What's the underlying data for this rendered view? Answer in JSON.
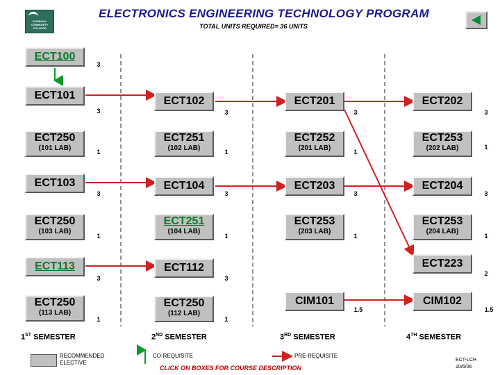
{
  "header": {
    "title": "ELECTRONICS ENGINEERING TECHNOLOGY PROGRAM",
    "subtitle": "TOTAL UNITS REQUIRED= 36 UNITS",
    "logo_text": "DUNDALK COMMUNITY COLLEGE",
    "back_icon": "back-arrow-icon"
  },
  "courses": {
    "ect100": {
      "code": "ECT100",
      "units": "3"
    },
    "s1": [
      {
        "code": "ECT101",
        "units": "3"
      },
      {
        "code": "ECT250",
        "lab": "(101 LAB)",
        "units": "1"
      },
      {
        "code": "ECT103",
        "units": "3"
      },
      {
        "code": "ECT250",
        "lab": "(103 LAB)",
        "units": "1"
      },
      {
        "code": "ECT113",
        "units": "3"
      },
      {
        "code": "ECT250",
        "lab": "(113 LAB)",
        "units": "1"
      }
    ],
    "s2": [
      {
        "code": "ECT102",
        "units": "3"
      },
      {
        "code": "ECT251",
        "lab": "(102 LAB)",
        "units": "1"
      },
      {
        "code": "ECT104",
        "units": "3"
      },
      {
        "code": "ECT251",
        "lab": "(104 LAB)",
        "units": "1"
      },
      {
        "code": "ECT112",
        "units": "3"
      },
      {
        "code": "ECT250",
        "lab": "(112 LAB)",
        "units": "1"
      }
    ],
    "s3": [
      {
        "code": "ECT201",
        "units": "3"
      },
      {
        "code": "ECT252",
        "lab": "(201 LAB)",
        "units": "1"
      },
      {
        "code": "ECT203",
        "units": "3"
      },
      {
        "code": "ECT253",
        "lab": "(203 LAB)",
        "units": "1"
      },
      {
        "code": "CIM101",
        "units": "1.5"
      }
    ],
    "s4": [
      {
        "code": "ECT202",
        "units": "3"
      },
      {
        "code": "ECT253",
        "lab": "(202 LAB)",
        "units": "1"
      },
      {
        "code": "ECT204",
        "units": "3"
      },
      {
        "code": "ECT253",
        "lab": "(204 LAB)",
        "units": "1"
      },
      {
        "code": "ECT223",
        "units": "2"
      },
      {
        "code": "CIM102",
        "units": "1.5"
      }
    ]
  },
  "semesters": {
    "s1": {
      "num": "1",
      "sup": "ST",
      "word": "SEMESTER"
    },
    "s2": {
      "num": "2",
      "sup": "ND",
      "word": "SEMESTER"
    },
    "s3": {
      "num": "3",
      "sup": "RD",
      "word": "SEMESTER"
    },
    "s4": {
      "num": "4",
      "sup": "TH",
      "word": "SEMESTER"
    }
  },
  "legend": {
    "recommended_line1": "RECOMMENDED",
    "recommended_line2": "ELECTIVE",
    "corequisite": "CO-REQUISITE",
    "prerequisite": "PRE-REQUISITE"
  },
  "footer": {
    "click_hint": "CLICK ON BOXES FOR COURSE DESCRIPTION",
    "doc_code": "ECT-LCH",
    "doc_date": "10/6/06"
  },
  "colors": {
    "box_fill": "#c0c0c0",
    "title": "#1a1a8c",
    "corequisite_arrow": "#0a9a2a",
    "prerequisite_arrow": "#d02020",
    "hint": "#c00000"
  }
}
